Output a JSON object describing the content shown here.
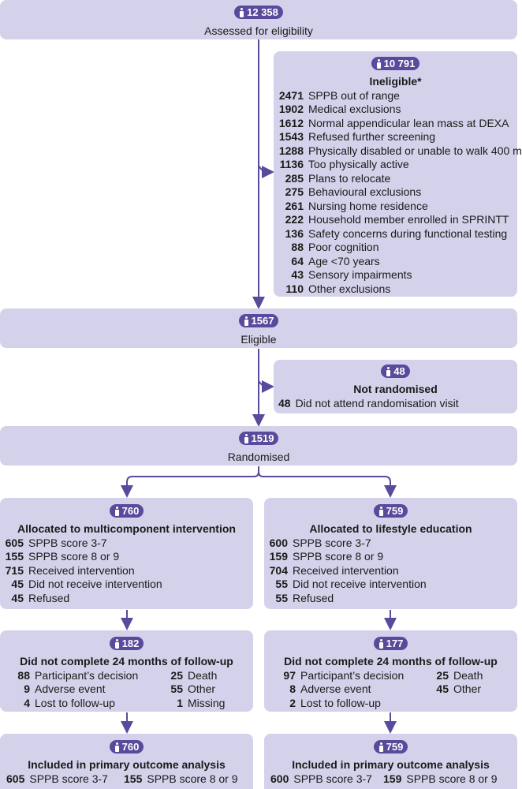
{
  "assessed": {
    "count": "12 358",
    "label": "Assessed for eligibility"
  },
  "ineligible": {
    "count": "10 791",
    "label": "Ineligible*",
    "items": [
      {
        "n": "2471",
        "text": "SPPB out of range"
      },
      {
        "n": "1902",
        "text": "Medical exclusions"
      },
      {
        "n": "1612",
        "text": "Normal appendicular lean mass at DEXA"
      },
      {
        "n": "1543",
        "text": "Refused further screening"
      },
      {
        "n": "1288",
        "text": "Physically disabled or unable to walk 400 m"
      },
      {
        "n": "1136",
        "text": "Too physically active"
      },
      {
        "n": "285",
        "text": "Plans to relocate"
      },
      {
        "n": "275",
        "text": "Behavioural exclusions"
      },
      {
        "n": "261",
        "text": "Nursing home residence"
      },
      {
        "n": "222",
        "text": "Household member enrolled in SPRINTT"
      },
      {
        "n": "136",
        "text": "Safety concerns during functional testing"
      },
      {
        "n": "88",
        "text": "Poor cognition"
      },
      {
        "n": "64",
        "text": "Age <70 years"
      },
      {
        "n": "43",
        "text": "Sensory impairments"
      },
      {
        "n": "110",
        "text": "Other exclusions"
      }
    ]
  },
  "eligible": {
    "count": "1567",
    "label": "Eligible"
  },
  "not_randomised": {
    "count": "48",
    "label": "Not randomised",
    "items": [
      {
        "n": "48",
        "text": "Did not attend randomisation visit"
      }
    ]
  },
  "randomised": {
    "count": "1519",
    "label": "Randomised"
  },
  "left_alloc": {
    "count": "760",
    "label": "Allocated to multicomponent intervention",
    "items": [
      {
        "n": "605",
        "text": "SPPB score 3-7"
      },
      {
        "n": "155",
        "text": "SPPB score 8 or 9"
      },
      {
        "n": "715",
        "text": "Received intervention"
      },
      {
        "n": "45",
        "text": "Did not receive intervention"
      },
      {
        "n": "45",
        "text": "Refused"
      }
    ]
  },
  "right_alloc": {
    "count": "759",
    "label": "Allocated to lifestyle education",
    "items": [
      {
        "n": "600",
        "text": "SPPB score 3-7"
      },
      {
        "n": "159",
        "text": "SPPB score 8 or 9"
      },
      {
        "n": "704",
        "text": "Received intervention"
      },
      {
        "n": "55",
        "text": "Did not receive intervention"
      },
      {
        "n": "55",
        "text": "Refused"
      }
    ]
  },
  "left_followup": {
    "count": "182",
    "label": "Did not complete 24 months of follow-up",
    "col1": [
      {
        "n": "88",
        "text": "Participant’s decision"
      },
      {
        "n": "9",
        "text": "Adverse event"
      },
      {
        "n": "4",
        "text": "Lost to follow-up"
      }
    ],
    "col2": [
      {
        "n": "25",
        "text": "Death"
      },
      {
        "n": "55",
        "text": "Other"
      },
      {
        "n": "1",
        "text": "Missing"
      }
    ]
  },
  "right_followup": {
    "count": "177",
    "label": "Did not complete 24 months of follow-up",
    "col1": [
      {
        "n": "97",
        "text": "Participant’s decision"
      },
      {
        "n": "8",
        "text": "Adverse event"
      },
      {
        "n": "2",
        "text": "Lost to follow-up"
      }
    ],
    "col2": [
      {
        "n": "25",
        "text": "Death"
      },
      {
        "n": "45",
        "text": "Other"
      }
    ]
  },
  "left_analysis": {
    "count": "760",
    "label": "Included in primary outcome analysis",
    "items": [
      {
        "n": "605",
        "text": "SPPB score 3-7"
      },
      {
        "n": "155",
        "text": "SPPB score 8 or 9"
      }
    ]
  },
  "right_analysis": {
    "count": "759",
    "label": "Included in primary outcome analysis",
    "items": [
      {
        "n": "600",
        "text": "SPPB score 3-7"
      },
      {
        "n": "159",
        "text": "SPPB score 8 or 9"
      }
    ]
  },
  "colors": {
    "box": "#d3d2ea",
    "badge": "#5a4a9c",
    "line": "#5a4a9c"
  }
}
